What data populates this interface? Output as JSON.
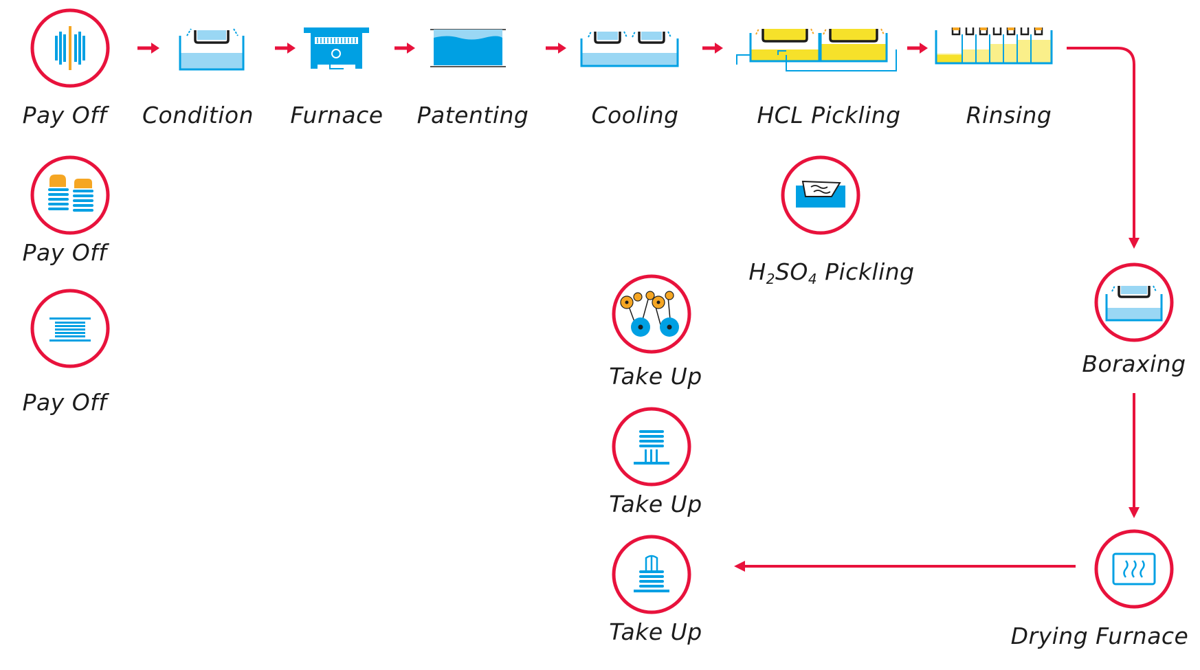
{
  "colors": {
    "red": "#e8123c",
    "blue": "#00a0e3",
    "light_blue": "#9ad7f4",
    "yellow": "#f6e12a",
    "orange": "#f5a623",
    "black": "#1c1c1c"
  },
  "stages": {
    "payoff_1": "Pay Off",
    "condition": "Condition",
    "furnace": "Furnace",
    "patenting": "Patenting",
    "cooling": "Cooling",
    "hcl_pickling": "HCL Pickling",
    "rinsing": "Rinsing",
    "payoff_2": "Pay Off",
    "payoff_3": "Pay Off",
    "h2so4_pickling": {
      "h": "H",
      "sub1": "2",
      "so": "SO",
      "sub2": "4",
      "rest": " Pickling"
    },
    "boraxing": "Boraxing",
    "takeup_1": "Take Up",
    "takeup_2": "Take Up",
    "takeup_3": "Take Up",
    "drying_furnace": "Drying Furnace"
  },
  "icons": {
    "payoff_1": "spool-payoff-icon",
    "payoff_2": "coil-stack-payoff-icon",
    "payoff_3": "flat-coil-payoff-icon",
    "condition": "condition-tank-icon",
    "furnace": "furnace-icon",
    "patenting": "patenting-bath-icon",
    "cooling": "cooling-tank-icon",
    "hcl_pickling": "hcl-pickling-tanks-icon",
    "rinsing": "rinsing-cascade-icon",
    "h2so4_pickling": "h2so4-pickling-tank-icon",
    "boraxing": "boraxing-tank-icon",
    "drying_furnace": "drying-furnace-icon",
    "takeup_1": "spooler-takeup-icon",
    "takeup_2": "coil-stand-takeup-icon",
    "takeup_3": "coil-carrier-takeup-icon"
  }
}
